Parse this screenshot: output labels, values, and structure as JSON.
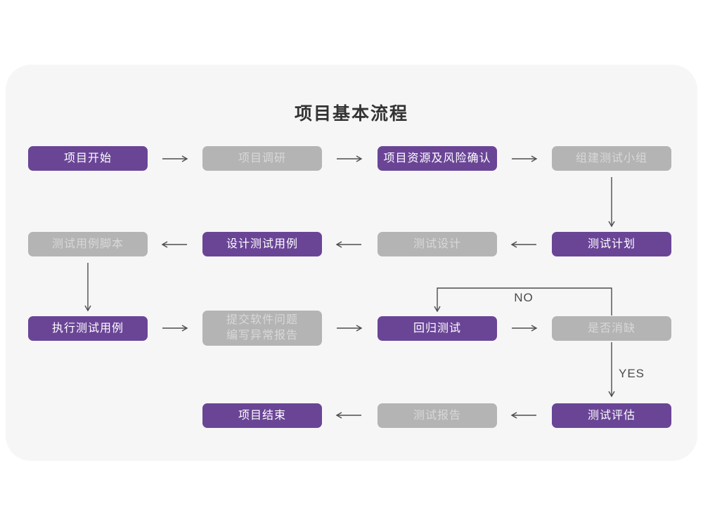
{
  "title": "项目基本流程",
  "colors": {
    "purple_box": "#6a4596",
    "gray_box": "#b4b4b4",
    "purple_box_text": "#ffffff",
    "gray_box_text": "#d8d8d8",
    "arrow": "#4d4d4d",
    "card_background": "#f6f6f6",
    "page_background": "#ffffff",
    "title_text": "#333333"
  },
  "nodes": {
    "project_start": {
      "label": "项目开始",
      "style": "purple"
    },
    "project_research": {
      "label": "项目调研",
      "style": "gray"
    },
    "resource_risk_confirm": {
      "label": "项目资源及风险确认",
      "style": "purple"
    },
    "form_test_team": {
      "label": "组建测试小组",
      "style": "gray"
    },
    "test_case_script": {
      "label": "测试用例脚本",
      "style": "gray"
    },
    "design_test_cases": {
      "label": "设计测试用例",
      "style": "purple"
    },
    "test_design": {
      "label": "测试设计",
      "style": "gray"
    },
    "test_plan": {
      "label": "测试计划",
      "style": "purple"
    },
    "execute_test_cases": {
      "label": "执行测试用例",
      "style": "purple"
    },
    "submit_issue_report": {
      "line1": "提交软件问题",
      "line2": "编写异常报告",
      "style": "gray"
    },
    "regression_test": {
      "label": "回归测试",
      "style": "purple"
    },
    "defect_cleared": {
      "label": "是否消缺",
      "style": "gray"
    },
    "project_end": {
      "label": "项目结束",
      "style": "purple"
    },
    "test_report": {
      "label": "测试报告",
      "style": "gray"
    },
    "test_evaluation": {
      "label": "测试评估",
      "style": "purple"
    }
  },
  "edge_labels": {
    "no": "NO",
    "yes": "YES"
  }
}
